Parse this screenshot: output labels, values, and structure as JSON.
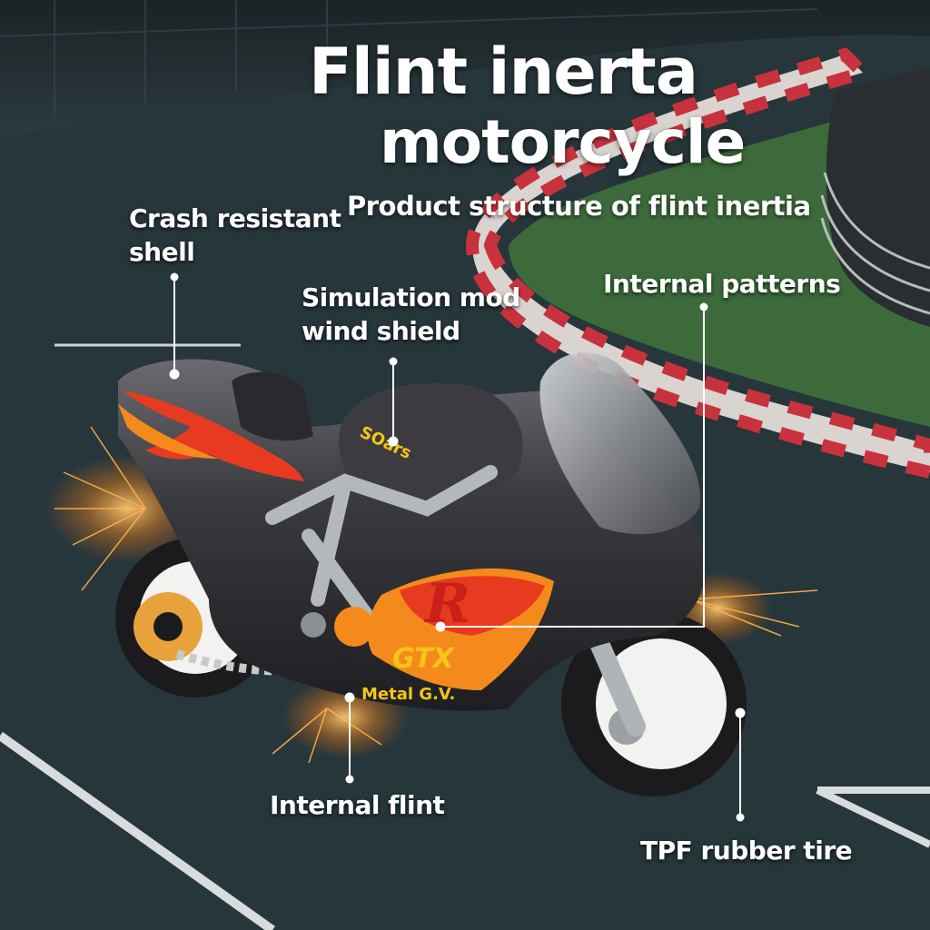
{
  "header": {
    "title_line1": "Flint inerta",
    "title_line2": "motorcycle",
    "subtitle": "Product structure of flint inertia"
  },
  "callouts": {
    "shell_line1": "Crash resistant",
    "shell_line2": "shell",
    "windshield_line1": "Simulation mod",
    "windshield_line2": "wind shield",
    "patterns": "Internal patterns",
    "flint": "Internal flint",
    "tire": "TPF rubber tire"
  },
  "decals": {
    "tank": "SOars",
    "brand": "Metal G.V.",
    "model": "GTX",
    "letter": "R"
  },
  "colors": {
    "track": "#26363b",
    "grass": "#3c6a3a",
    "curb_red": "#c8323c",
    "shell": "#3a3a3e",
    "flame_red": "#e83a1e",
    "flame_orange": "#f58a1c",
    "decal_yellow": "#f5c518"
  }
}
